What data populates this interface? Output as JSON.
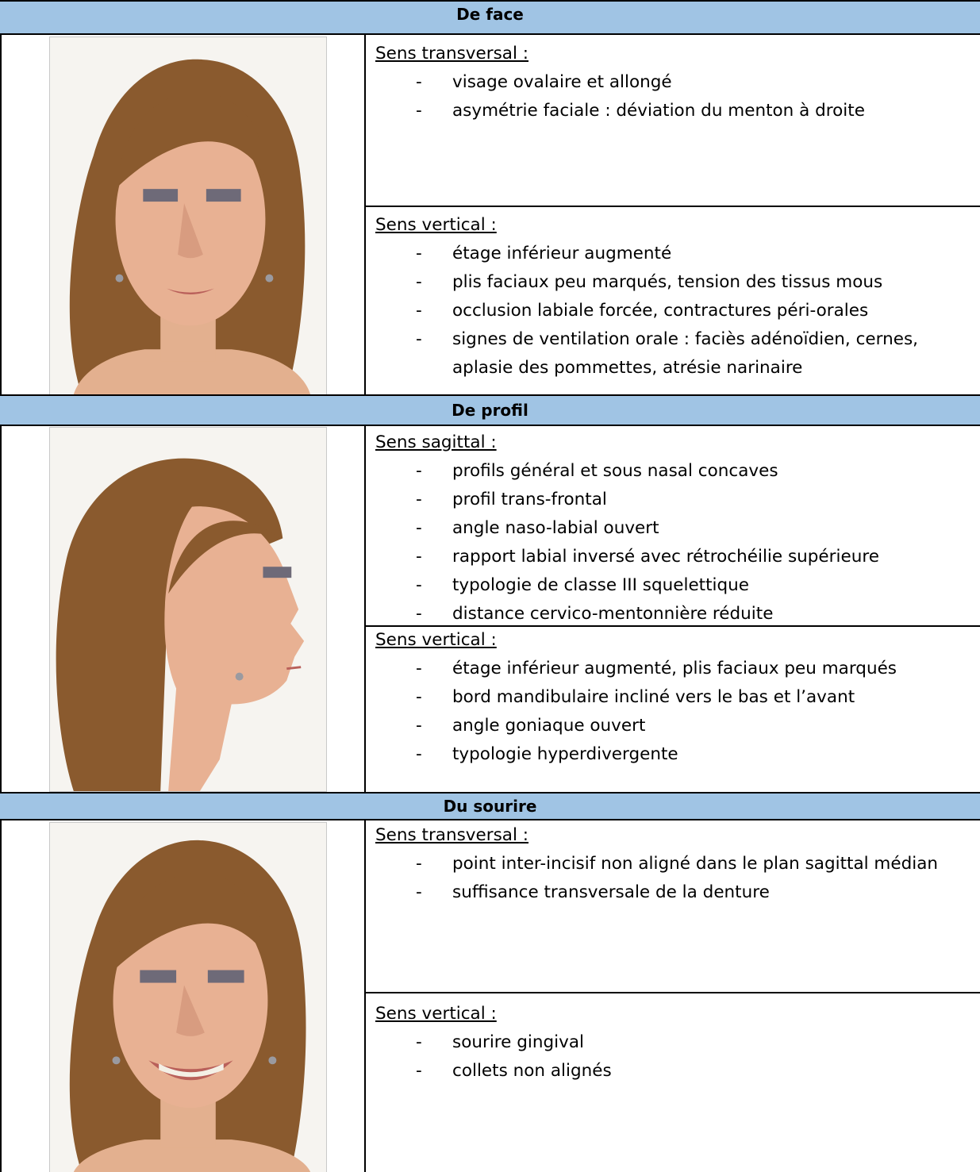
{
  "sections": [
    {
      "header": "De face",
      "photo": {
        "icon": "face-front-photo"
      },
      "blocks": [
        {
          "title": "Sens transversal :",
          "items": [
            "visage ovalaire et allongé",
            "asymétrie faciale : déviation du menton à droite"
          ]
        },
        {
          "title": "Sens vertical :",
          "items": [
            "étage inférieur augmenté",
            "plis faciaux peu marqués, tension des tissus mous",
            "occlusion labiale forcée, contractures péri-orales",
            "signes de ventilation orale : faciès adénoïdien, cernes, aplasie des pommettes, atrésie narinaire"
          ]
        }
      ]
    },
    {
      "header": "De profil",
      "photo": {
        "icon": "face-profile-photo"
      },
      "blocks": [
        {
          "title": "Sens sagittal :",
          "items": [
            "profils général et sous nasal concaves",
            "profil trans-frontal",
            "angle naso-labial ouvert",
            "rapport labial inversé avec rétrochéilie supérieure",
            "typologie de classe III squelettique",
            "distance cervico-mentonnière réduite"
          ]
        },
        {
          "title": "Sens vertical :",
          "items": [
            "étage inférieur augmenté, plis faciaux peu marqués",
            "bord mandibulaire incliné vers le bas et l’avant",
            "angle goniaque ouvert",
            "typologie hyperdivergente"
          ]
        }
      ]
    },
    {
      "header": "Du sourire",
      "photo": {
        "icon": "face-smile-photo"
      },
      "blocks": [
        {
          "title": "Sens transversal :",
          "items": [
            "point inter-incisif non aligné dans le plan sagittal médian",
            "suffisance transversale de la denture"
          ]
        },
        {
          "title": "Sens vertical :",
          "items": [
            "sourire gingival",
            "collets non alignés"
          ]
        }
      ]
    }
  ],
  "colors": {
    "header_bg": "#a0c4e4",
    "hair": "#8a5a2e",
    "skin": "#e8b193"
  }
}
